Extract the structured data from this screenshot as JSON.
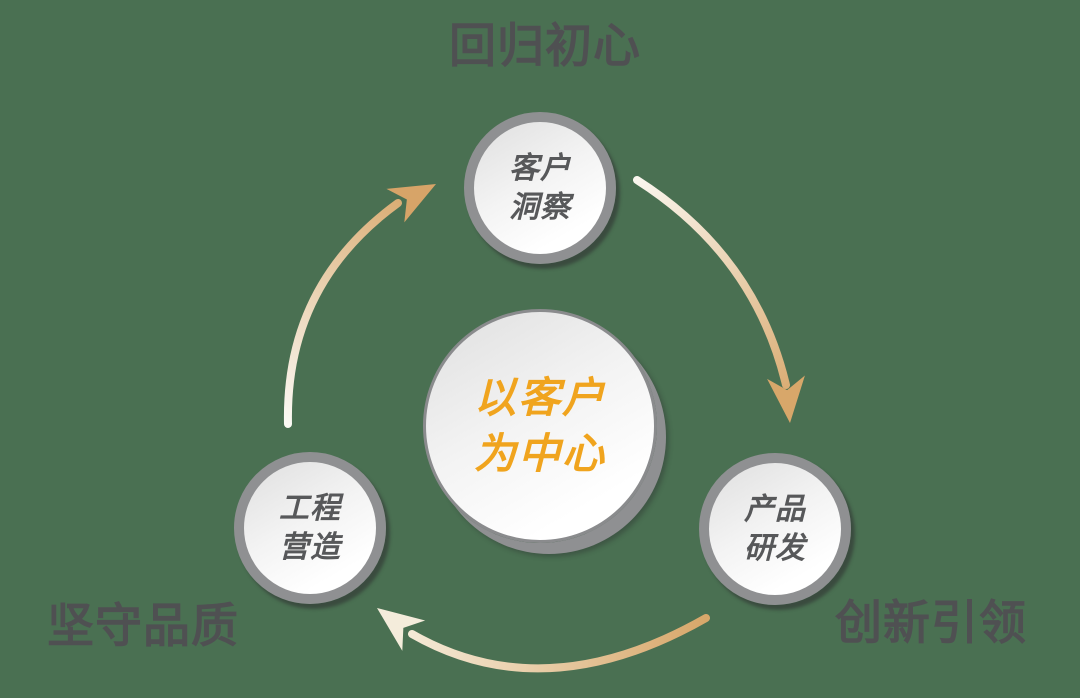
{
  "colors": {
    "background": "#4a7052",
    "node_ring": "#8f9092",
    "node_fill_top": "#dfdfdf",
    "node_fill_bottom": "#ffffff",
    "node_text": "#57585a",
    "center_text": "#f0a41e",
    "corner_label_text": "#4f5052",
    "arrow_tan": "#d8a76a",
    "arrow_cream": "#f7f1e4"
  },
  "diagram": {
    "center_node": {
      "line1": "以客户",
      "line2": "为中心"
    },
    "nodes": {
      "top": {
        "line1": "客户",
        "line2": "洞察"
      },
      "bottom_right": {
        "line1": "产品",
        "line2": "研发"
      },
      "bottom_left": {
        "line1": "工程",
        "line2": "营造"
      }
    },
    "corner_labels": {
      "top": "回归初心",
      "bottom_left": "坚守品质",
      "bottom_right": "创新引领"
    },
    "arrows": {
      "right": {
        "from": "top",
        "to": "bottom_right"
      },
      "bottom": {
        "from": "bottom_right",
        "to": "bottom_left"
      },
      "left": {
        "from": "bottom_left",
        "to": "top"
      }
    }
  }
}
